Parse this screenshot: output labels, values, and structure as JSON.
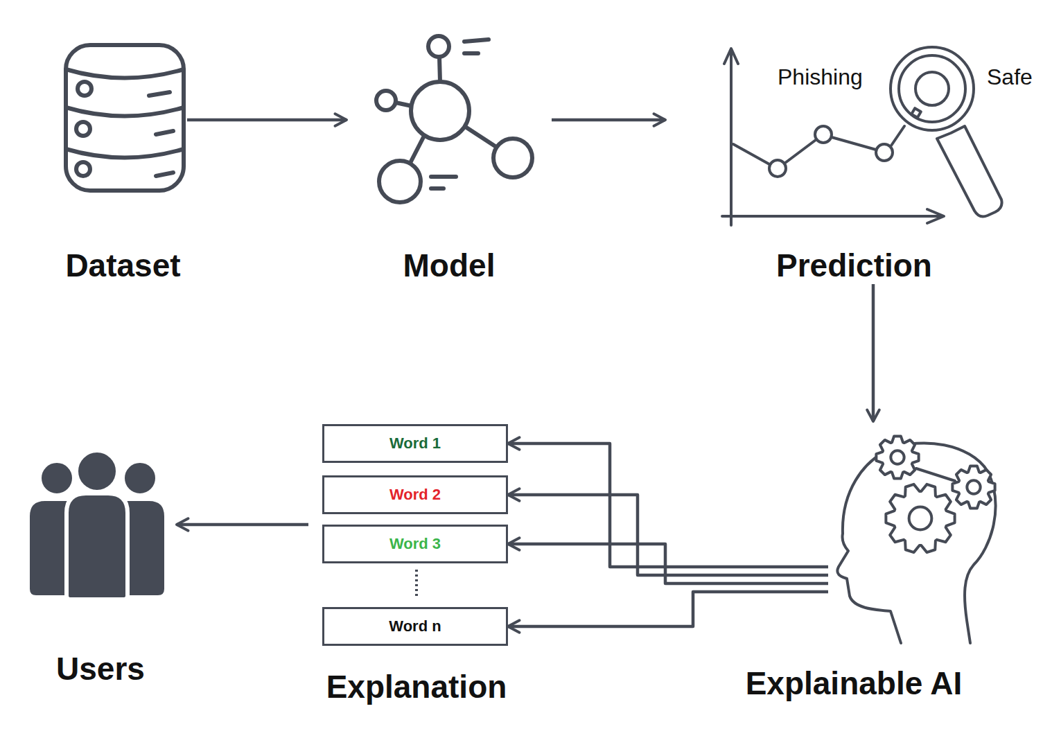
{
  "diagram": {
    "nodes": [
      {
        "text": [
          "Dataset"
        ]
      },
      {
        "text": [
          "Model"
        ]
      },
      {
        "text": [
          "Prediction"
        ]
      },
      {
        "text": [
          "Explainable AI"
        ]
      },
      {
        "text": [
          "Explanation"
        ]
      },
      {
        "text": [
          "Word 1"
        ],
        "in": 4
      },
      {
        "text": [
          "Word 2"
        ],
        "in": 4
      },
      {
        "text": [
          "Word 3"
        ],
        "in": 4
      },
      {
        "text": [
          "Word n"
        ],
        "in": 4
      },
      {
        "text": [
          "Users"
        ]
      }
    ],
    "edges": [
      {
        "from": 0,
        "to": 1,
        "arrow": "to"
      },
      {
        "from": 1,
        "to": 2,
        "arrow": "to"
      },
      {
        "from": 2,
        "to": 3,
        "arrow": "to"
      },
      {
        "from": 3,
        "to": 5,
        "arrow": "to"
      },
      {
        "from": 3,
        "to": 6,
        "arrow": "to"
      },
      {
        "from": 3,
        "to": 7,
        "arrow": "to"
      },
      {
        "from": 3,
        "to": 8,
        "arrow": "to"
      },
      {
        "from": 4,
        "to": 9,
        "arrow": "to"
      }
    ],
    "labels": [
      "Phishing",
      "Safe"
    ]
  }
}
